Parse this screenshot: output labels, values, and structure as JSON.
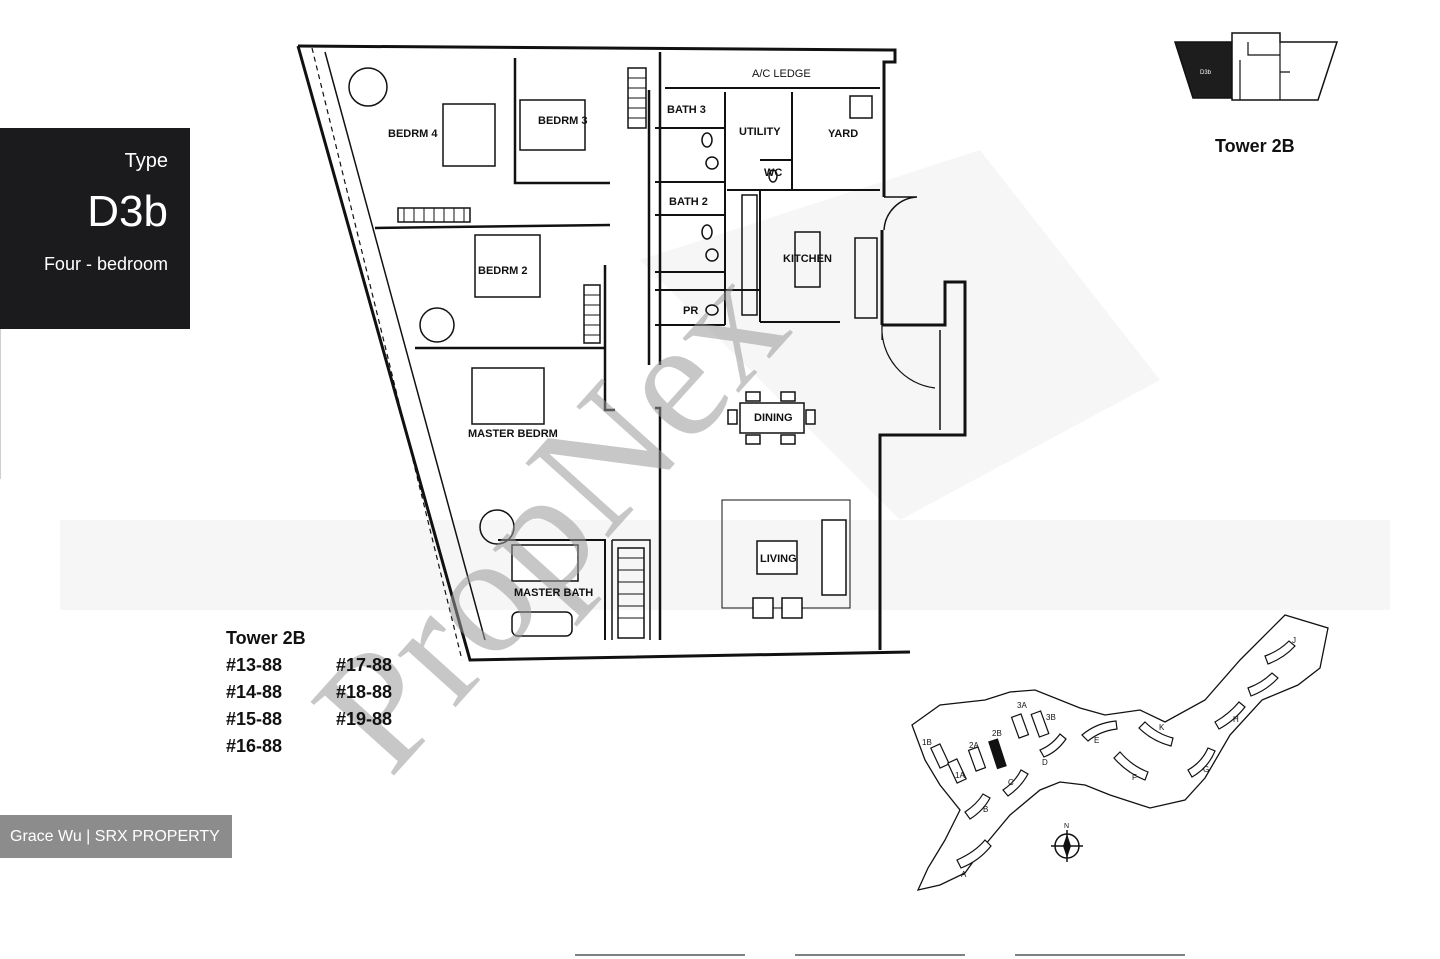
{
  "type_box": {
    "label": "Type",
    "code": "D3b",
    "description": "Four - bedroom"
  },
  "key_plan": {
    "tower_label": "Tower 2B",
    "unit_mark": "D3b"
  },
  "units_panel": {
    "tower": "Tower 2B",
    "col1": [
      "#13-88",
      "#14-88",
      "#15-88",
      "#16-88"
    ],
    "col2": [
      "#17-88",
      "#18-88",
      "#19-88"
    ]
  },
  "rooms": {
    "ac_ledge": "A/C LEDGE",
    "bath3": "BATH 3",
    "utility": "UTILITY",
    "yard": "YARD",
    "wc": "WC",
    "bath2": "BATH 2",
    "kitchen": "KITCHEN",
    "pr": "PR",
    "bedrm4": "BEDRM 4",
    "bedrm3": "BEDRM 3",
    "bedrm2": "BEDRM 2",
    "master": "MASTER BEDRM",
    "dining": "DINING",
    "living": "LIVING",
    "master_bath": "MASTER BATH"
  },
  "site_plan": {
    "blocks": [
      "1B",
      "1A",
      "2A",
      "2B",
      "3A",
      "3B",
      "A",
      "B",
      "C",
      "D",
      "E",
      "F",
      "G",
      "H",
      "J",
      "K"
    ],
    "north": "N"
  },
  "watermark": "PropNex",
  "credit": "Grace Wu | SRX PROPERTY"
}
